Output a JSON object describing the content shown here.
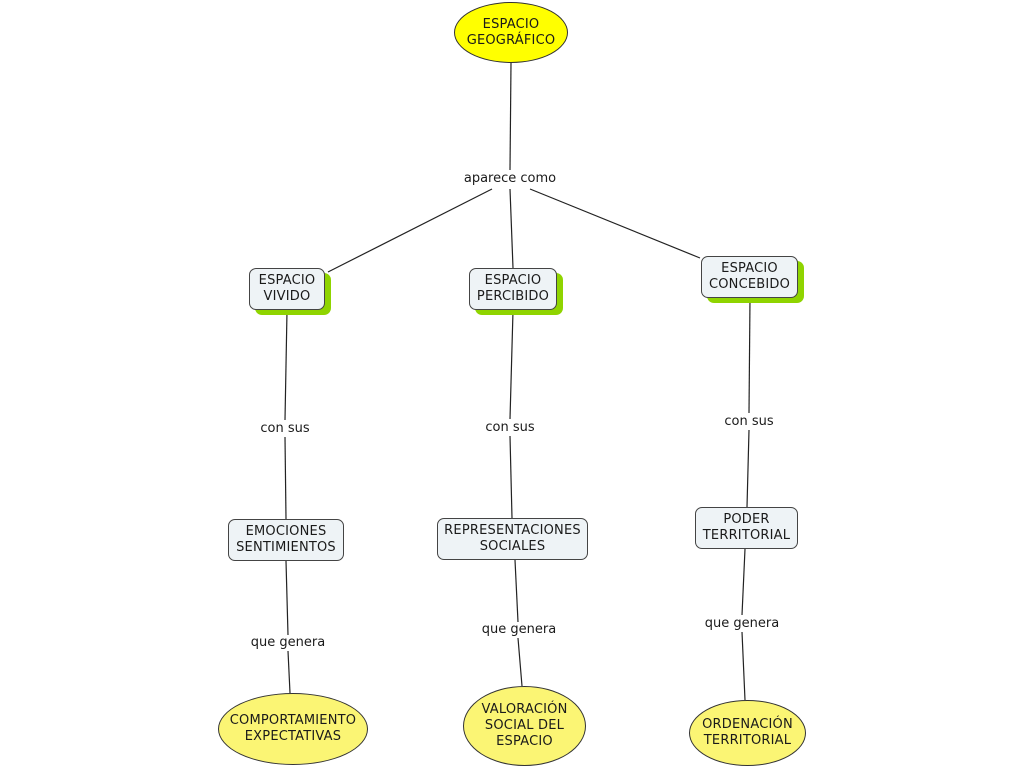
{
  "root": {
    "text": "ESPACIO\nGEOGRÁFICO"
  },
  "link_phrases": {
    "root_to_types": "aparece como",
    "vivido_con_sus": "con sus",
    "percibido_con_sus": "con sus",
    "concebido_con_sus": "con sus",
    "emociones_genera": "que genera",
    "representaciones_genera": "que genera",
    "poder_genera": "que genera"
  },
  "level2": {
    "vivido": "ESPACIO\nVIVIDO",
    "percibido": "ESPACIO\nPERCIBIDO",
    "concebido": "ESPACIO\nCONCEBIDO"
  },
  "level3": {
    "emociones": "EMOCIONES\nSENTIMIENTOS",
    "representaciones": "REPRESENTACIONES\nSOCIALES",
    "poder": "PODER\nTERRITORIAL"
  },
  "level4": {
    "comportamiento": "COMPORTAMIENTO\nEXPECTATIVAS",
    "valoracion": "VALORACIÓN\nSOCIAL DEL\nESPACIO",
    "ordenacion": "ORDENACIÓN\nTERRITORIAL"
  },
  "colors": {
    "root_fill": "#ffff00",
    "leaf_fill": "#fbf574",
    "box_fill": "#eef3f6",
    "box_shadow": "#8fd400"
  }
}
